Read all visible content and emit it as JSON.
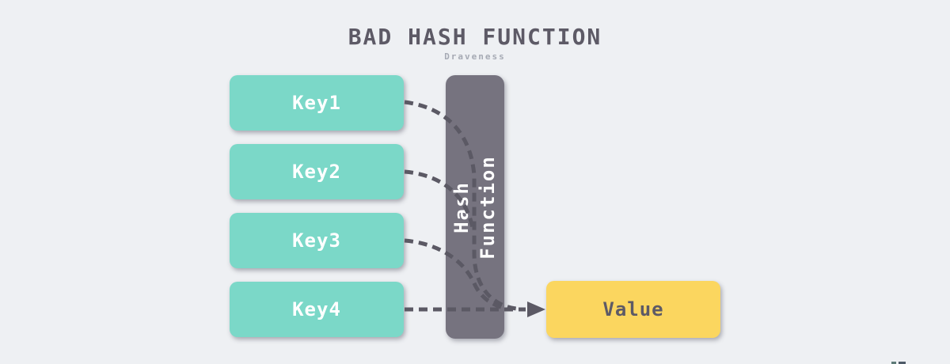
{
  "header": {
    "title": "BAD HASH FUNCTION",
    "subtitle": "Draveness"
  },
  "diagram": {
    "keys": [
      {
        "label": "Key1"
      },
      {
        "label": "Key2"
      },
      {
        "label": "Key3"
      },
      {
        "label": "Key4"
      }
    ],
    "hash": {
      "line1": "Hash",
      "line2": "Function"
    },
    "value": {
      "label": "Value"
    }
  },
  "colors": {
    "background": "#EEF0F3",
    "key_fill": "#7BD8C8",
    "hash_bar_fill": "#76737F",
    "value_fill": "#FBD65F",
    "arrow": "#5B5964",
    "title_text": "#5D5A66",
    "subtitle_text": "#A6AAB4",
    "key_text": "#FFFFFF",
    "value_text": "#5D5A66"
  }
}
